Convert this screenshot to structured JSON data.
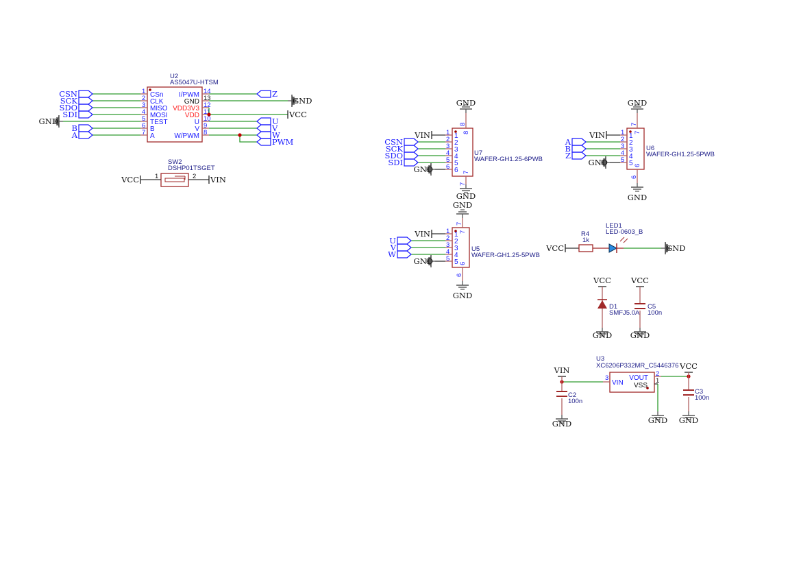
{
  "colors": {
    "wire": "#2e9a2e",
    "pin": "#b06060",
    "body": "#a02828",
    "power": "#555555",
    "junction": "#c00000",
    "net_label": "#1a1aff",
    "led": "#2a8ae0"
  },
  "u2": {
    "ref": "U2",
    "value": "AS5047U-HTSM",
    "pins_left": [
      {
        "num": "1",
        "name": "CSn"
      },
      {
        "num": "2",
        "name": "CLK"
      },
      {
        "num": "3",
        "name": "MISO"
      },
      {
        "num": "4",
        "name": "MOSI"
      },
      {
        "num": "5",
        "name": "TEST"
      },
      {
        "num": "6",
        "name": "B"
      },
      {
        "num": "7",
        "name": "A"
      }
    ],
    "pins_right": [
      {
        "num": "14",
        "name": "I/PWM"
      },
      {
        "num": "13",
        "name": "GND"
      },
      {
        "num": "12",
        "name": "VDD3V3"
      },
      {
        "num": "11",
        "name": "VDD"
      },
      {
        "num": "10",
        "name": "U"
      },
      {
        "num": "9",
        "name": "V"
      },
      {
        "num": "8",
        "name": "W/PWM"
      }
    ],
    "nets_left": [
      "CSN",
      "SCK",
      "SDO",
      "SDI",
      "GND",
      "B",
      "A"
    ],
    "nets_right": [
      "Z",
      "GND",
      "",
      "VCC",
      "U",
      "V",
      "W",
      "PWM"
    ]
  },
  "sw2": {
    "ref": "SW2",
    "value": "DSHP01TSGET",
    "pin1": "1",
    "pin2": "2",
    "net_left": "VCC",
    "net_right": "VIN"
  },
  "u7": {
    "ref": "U7",
    "value": "WAFER-GH1.25-6PWB",
    "pins": [
      "1",
      "2",
      "3",
      "4",
      "5",
      "6"
    ],
    "top_pin": "8",
    "bottom_pin": "7",
    "nets": [
      "VIN",
      "CSN",
      "SCK",
      "SDO",
      "SDI",
      "GND"
    ],
    "top_net": "GND",
    "bottom_net": "GND"
  },
  "u6": {
    "ref": "U6",
    "value": "WAFER-GH1.25-5PWB",
    "pins": [
      "1",
      "2",
      "3",
      "4",
      "5"
    ],
    "top_pin": "7",
    "bottom_pin": "6",
    "nets": [
      "VIN",
      "A",
      "B",
      "Z",
      "GND"
    ],
    "top_net": "GND",
    "bottom_net": "GND"
  },
  "u5": {
    "ref": "U5",
    "value": "WAFER-GH1.25-5PWB",
    "pins": [
      "1",
      "2",
      "3",
      "4",
      "5"
    ],
    "top_pin": "7",
    "bottom_pin": "6",
    "nets": [
      "VIN",
      "U",
      "V",
      "W",
      "GND"
    ],
    "top_net": "GND",
    "bottom_net": "GND"
  },
  "r4": {
    "ref": "R4",
    "value": "1k",
    "net_left": "VCC"
  },
  "led1": {
    "ref": "LED1",
    "value": "LED-0603_B",
    "net_right": "GND"
  },
  "d1": {
    "ref": "D1",
    "value": "SMFJ5.0A",
    "net_top": "VCC",
    "net_bottom": "GND"
  },
  "c5": {
    "ref": "C5",
    "value": "100n",
    "net_top": "VCC",
    "net_bottom": "GND"
  },
  "u3": {
    "ref": "U3",
    "value": "XC6206P332MR_C5446376",
    "pin_vin": {
      "num": "3",
      "name": "VIN"
    },
    "pin_vout": {
      "num": "2",
      "name": "VOUT"
    },
    "pin_vss": {
      "num": "1",
      "name": "VSS"
    },
    "net_vin": "VIN",
    "net_vout": "VCC",
    "net_vss": "GND"
  },
  "c2": {
    "ref": "C2",
    "value": "100n",
    "net_bottom": "GND"
  },
  "c3": {
    "ref": "C3",
    "value": "100n",
    "net_bottom": "GND"
  }
}
